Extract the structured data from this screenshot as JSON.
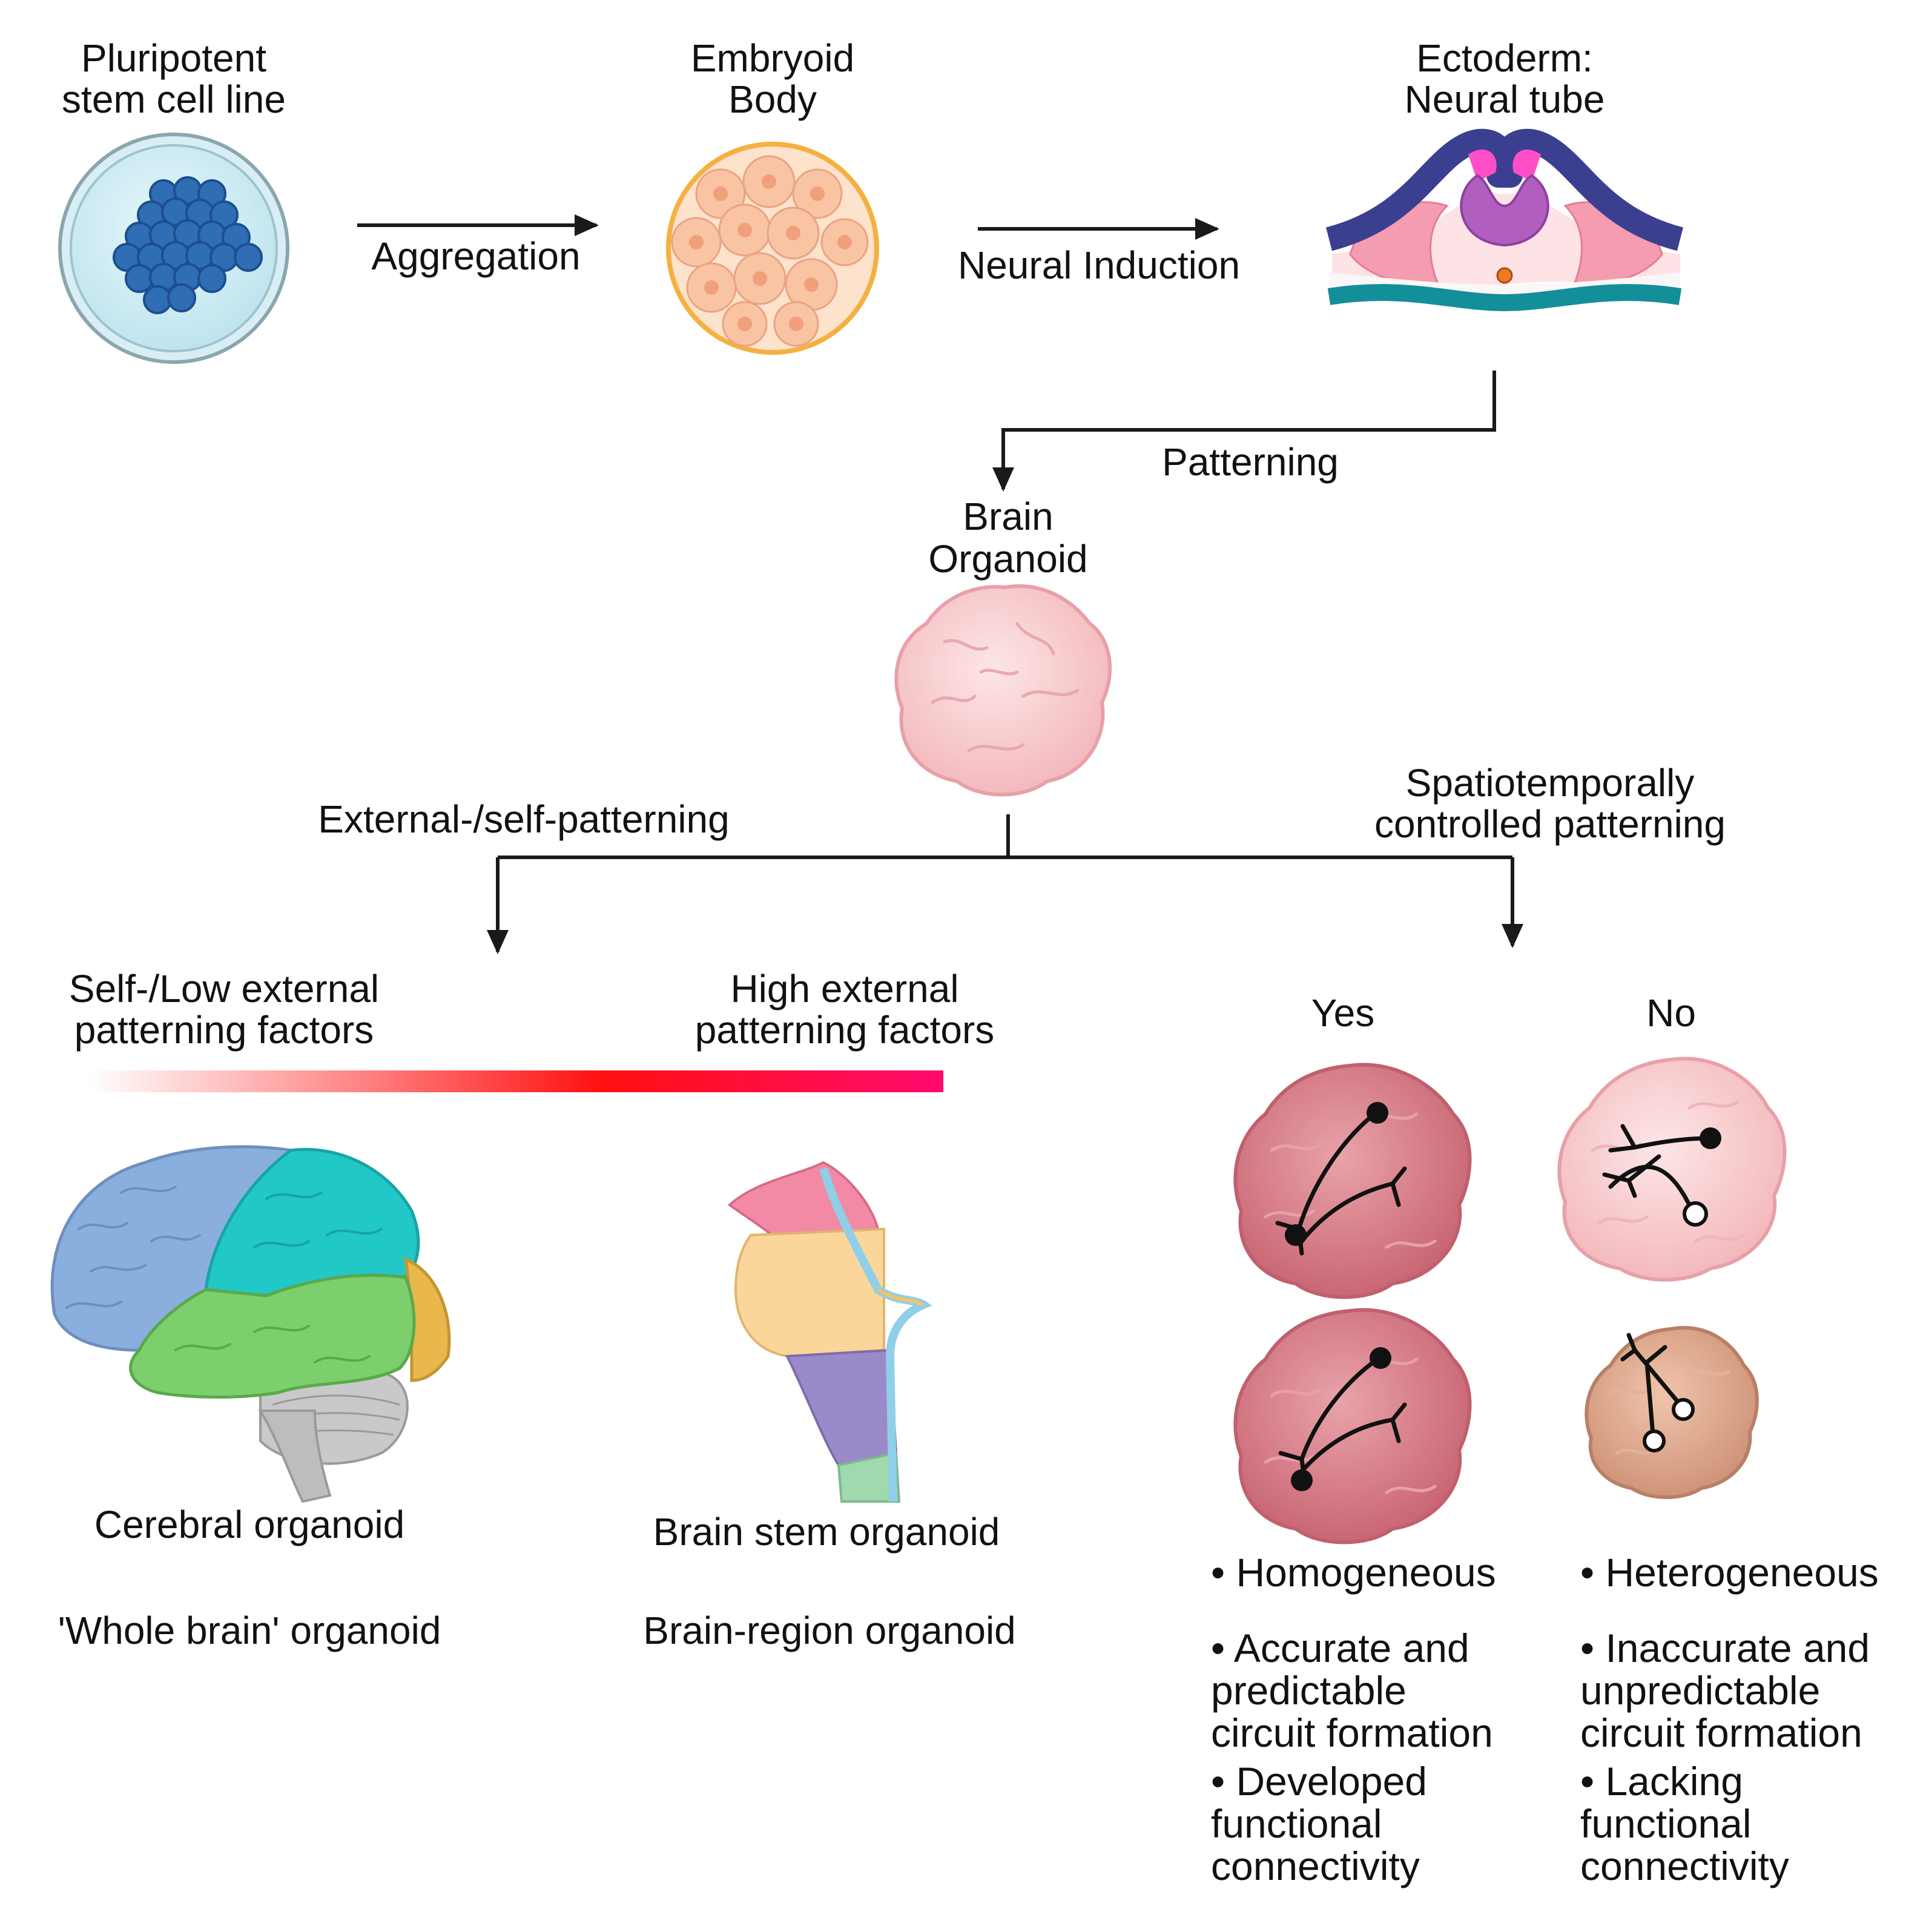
{
  "stages": {
    "stem_cell": {
      "line1": "Pluripotent",
      "line2": "stem cell line"
    },
    "embryoid": {
      "line1": "Embryoid",
      "line2": "Body"
    },
    "ectoderm": {
      "line1": "Ectoderm:",
      "line2": "Neural tube"
    },
    "organoid": {
      "line1": "Brain",
      "line2": "Organoid"
    }
  },
  "steps": {
    "aggregation": "Aggregation",
    "neural_induction": "Neural Induction",
    "patterning": "Patterning"
  },
  "branches": {
    "left": "External-/self-patterning",
    "right_line1": "Spatiotemporally",
    "right_line2": "controlled patterning"
  },
  "gradient": {
    "low_line1": "Self-/Low external",
    "low_line2": "patterning factors",
    "high_line1": "High external",
    "high_line2": "patterning factors",
    "colors": [
      "#ffffff",
      "#ff8a8a",
      "#ff1010",
      "#ff0a6e"
    ]
  },
  "organoid_types": {
    "cerebral": "Cerebral organoid",
    "whole_brain": "'Whole brain' organoid",
    "brain_stem": "Brain stem organoid",
    "brain_region": "Brain-region organoid"
  },
  "outcomes": {
    "yes": {
      "label": "Yes",
      "bullets": [
        [
          "Homogeneous"
        ],
        [
          "Accurate and",
          "predictable",
          "circuit formation"
        ],
        [
          "Developed",
          "functional",
          "connectivity"
        ]
      ]
    },
    "no": {
      "label": "No",
      "bullets": [
        [
          "Heterogeneous"
        ],
        [
          "Inaccurate and",
          "unpredictable",
          "circuit formation"
        ],
        [
          "Lacking",
          "functional",
          "connectivity"
        ]
      ]
    }
  },
  "colors": {
    "arrow": "#1a1a1a",
    "stem_cell": "#2f6db5",
    "embryoid": "#f6b48c",
    "neural_tube_outer": "#3b3f8f",
    "neural_tube_core": "#b05fbf",
    "neural_tube_tip": "#ff4fc8",
    "ectoderm_base": "#138f9a",
    "organoid_light": "#f7cccc",
    "organoid_dark": "#d97a86",
    "organoid_tan": "#d9a58c",
    "brain_frontal": "#8aafdf",
    "brain_parietal": "#22c7c7",
    "brain_temporal": "#7ccf6c",
    "brain_occipital": "#e8b84c",
    "brain_cerebellum": "#bdbdbd"
  }
}
